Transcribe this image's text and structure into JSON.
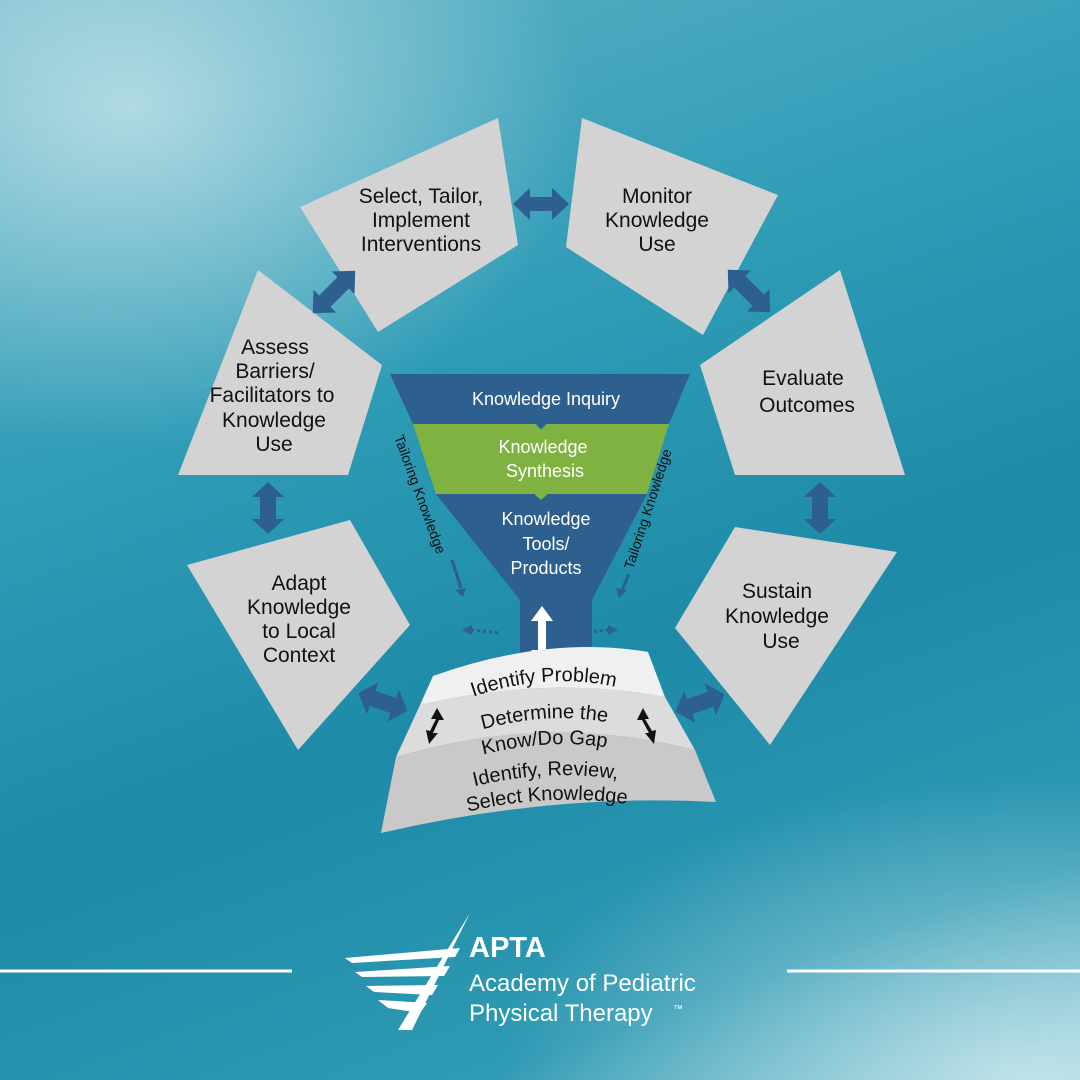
{
  "segments": {
    "select_tailor": [
      "Select, Tailor,",
      "Implement",
      "Interventions"
    ],
    "monitor": [
      "Monitor",
      "Knowledge",
      "Use"
    ],
    "evaluate": [
      "Evaluate",
      "Outcomes"
    ],
    "sustain": [
      "Sustain",
      "Knowledge",
      "Use"
    ],
    "adapt": [
      "Adapt",
      "Knowledge",
      "to Local",
      "Context"
    ],
    "assess": [
      "Assess",
      "Barriers/",
      "Facilitators to",
      "Knowledge",
      "Use"
    ]
  },
  "funnel": {
    "inquiry": "Knowledge Inquiry",
    "synthesis": [
      "Knowledge",
      "Synthesis"
    ],
    "tools": [
      "Knowledge",
      "Tools/",
      "Products"
    ],
    "tailoring_left": "Tailoring Knowledge",
    "tailoring_right": "Tailoring Knowledge"
  },
  "bottom_arc": {
    "identify_problem": "Identify Problem",
    "know_do_gap": [
      "Determine the",
      "Know/Do Gap"
    ],
    "identify_review": [
      "Identify, Review,",
      "Select Knowledge"
    ]
  },
  "brand": {
    "title": "APTA",
    "subtitle_line1": "Academy of Pediatric",
    "subtitle_line2": "Physical Therapy",
    "tm": "™"
  },
  "colors": {
    "segment_fill": "#d3d3d3",
    "funnel_blue": "#2d5f8f",
    "funnel_green": "#7fb241",
    "arrow_blue": "#2d5f8f"
  }
}
